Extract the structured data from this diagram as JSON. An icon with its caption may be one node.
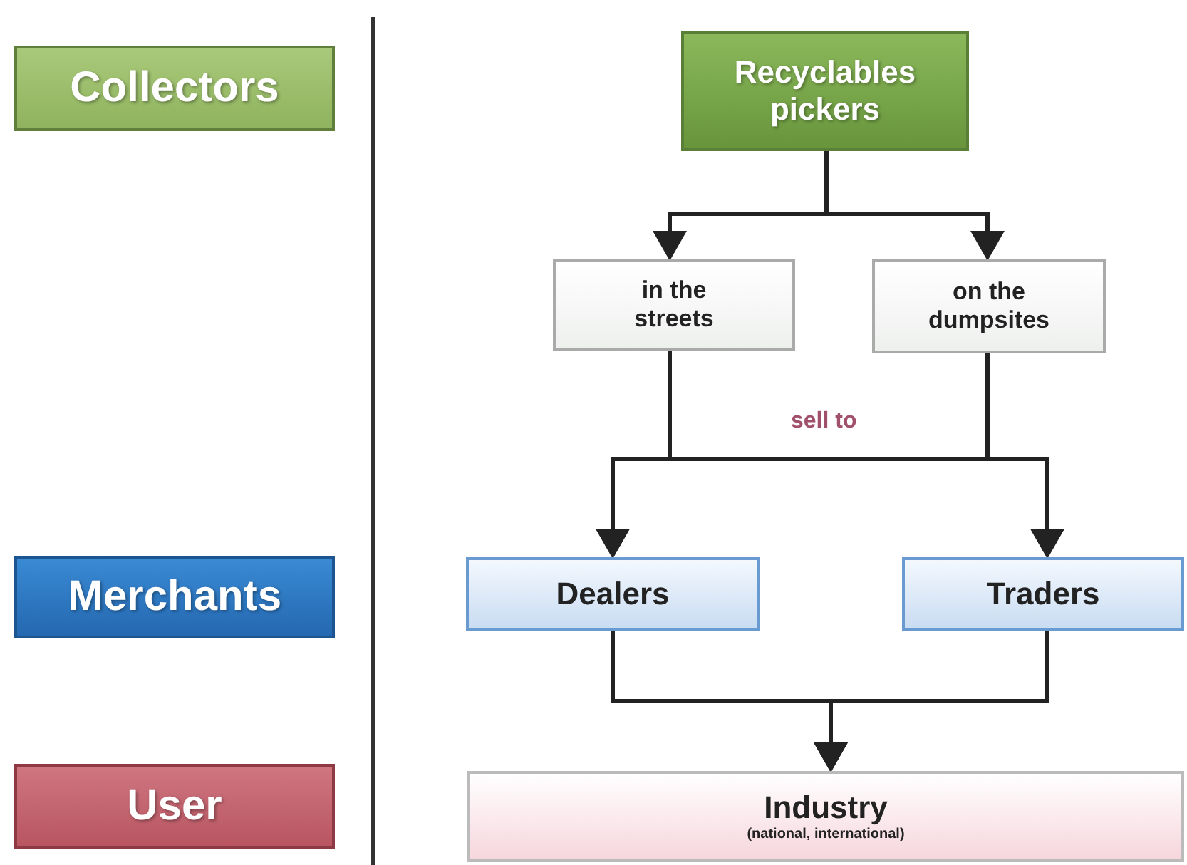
{
  "diagram": {
    "nodes": [
      {
        "text": [
          "Collectors"
        ]
      },
      {
        "text": [
          "Merchants"
        ]
      },
      {
        "text": [
          "User"
        ]
      },
      {
        "text": [
          "Recyclables pickers"
        ]
      },
      {
        "text": [
          "in the streets"
        ]
      },
      {
        "text": [
          "on the dumpsites"
        ]
      },
      {
        "text": [
          "Dealers"
        ]
      },
      {
        "text": [
          "Traders"
        ]
      },
      {
        "text": [
          "Industry",
          "(national, international)"
        ]
      }
    ],
    "edges": [
      {
        "from": 3,
        "to": 4,
        "arrow": "to"
      },
      {
        "from": 3,
        "to": 5,
        "arrow": "to"
      },
      {
        "from": 4,
        "to": 6,
        "arrow": "to"
      },
      {
        "from": 4,
        "to": 7,
        "arrow": "to"
      },
      {
        "from": 5,
        "to": 6,
        "arrow": "to"
      },
      {
        "from": 5,
        "to": 7,
        "arrow": "to"
      },
      {
        "from": 6,
        "to": 8,
        "arrow": "to"
      },
      {
        "from": 7,
        "to": 8,
        "arrow": "to"
      }
    ],
    "labels": [
      "sell to"
    ]
  }
}
